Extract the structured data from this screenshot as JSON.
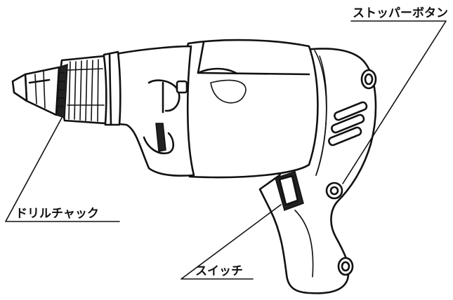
{
  "labels": {
    "stopper_button": "ストッパーボタン",
    "drill_chuck": "ドリルチャック",
    "switch": "スイッチ"
  }
}
